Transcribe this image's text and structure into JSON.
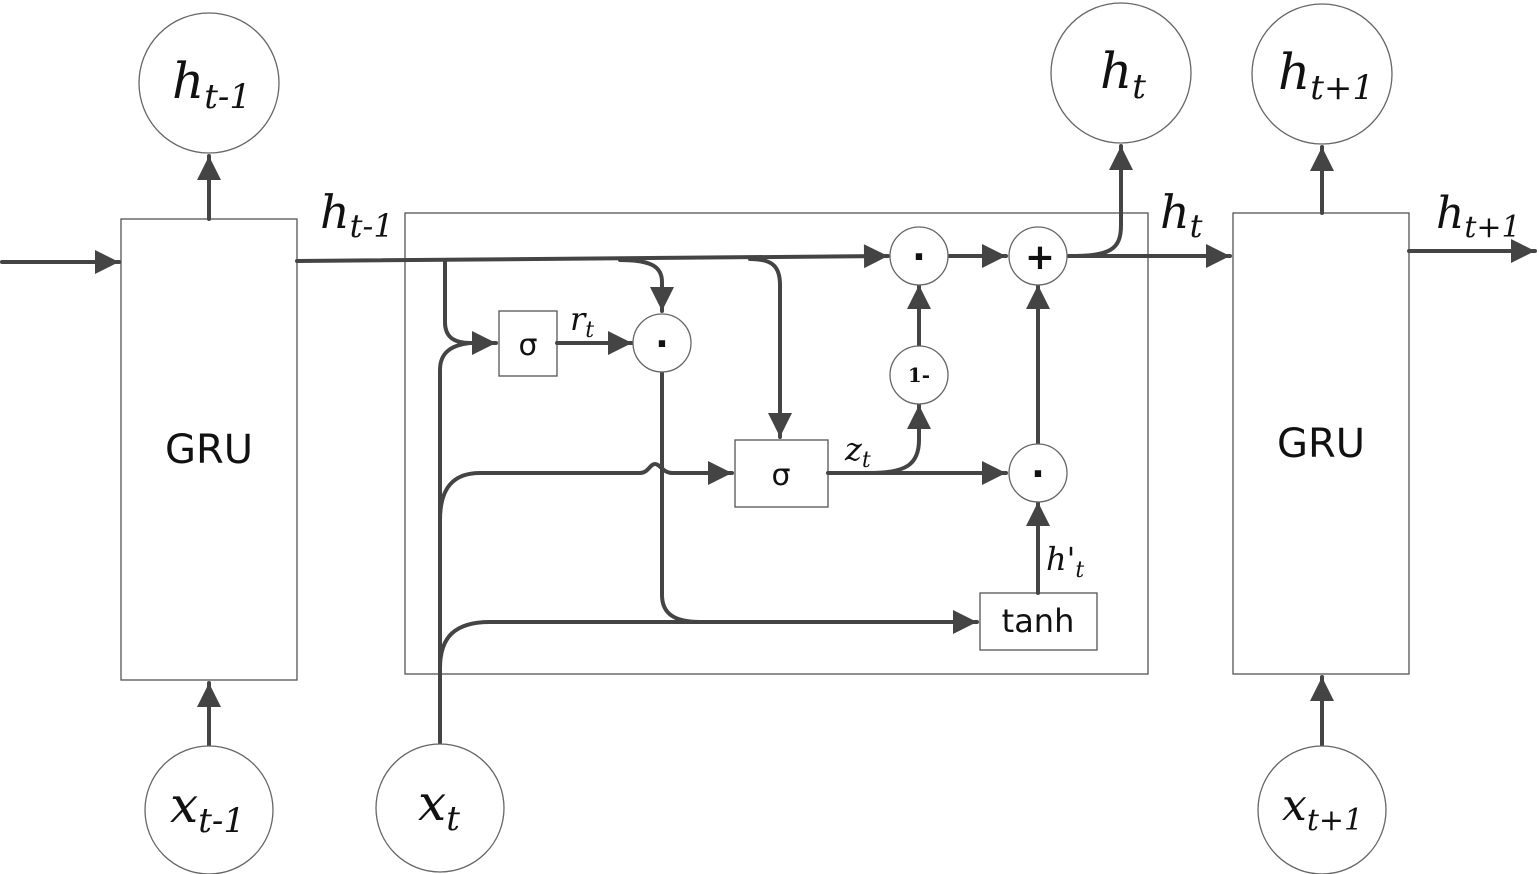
{
  "nodes": {
    "h_prev_out": {
      "base": "h",
      "sub": "t-1"
    },
    "h_t_out": {
      "base": "h",
      "sub": "t"
    },
    "h_next_out": {
      "base": "h",
      "sub": "t+1"
    },
    "x_prev": {
      "base": "x",
      "sub": "t-1"
    },
    "x_t": {
      "base": "x",
      "sub": "t"
    },
    "x_next": {
      "base": "x",
      "sub": "t+1"
    }
  },
  "edge_labels": {
    "h_prev": {
      "base": "h",
      "sub": "t-1"
    },
    "h_t": {
      "base": "h",
      "sub": "t"
    },
    "h_next": {
      "base": "h",
      "sub": "t+1"
    },
    "r_t": {
      "base": "r",
      "sub": "t"
    },
    "z_t": {
      "base": "z",
      "sub": "t"
    },
    "h_cand": {
      "base": "h'",
      "sub": "t"
    }
  },
  "blocks": {
    "gru_left": "GRU",
    "gru_right": "GRU",
    "sigma_reset": "σ",
    "sigma_update": "σ",
    "tanh": "tanh"
  },
  "ops": {
    "mult_reset": "·",
    "mult_top": "·",
    "mult_cand": "·",
    "plus": "+",
    "one_minus": "1-"
  }
}
